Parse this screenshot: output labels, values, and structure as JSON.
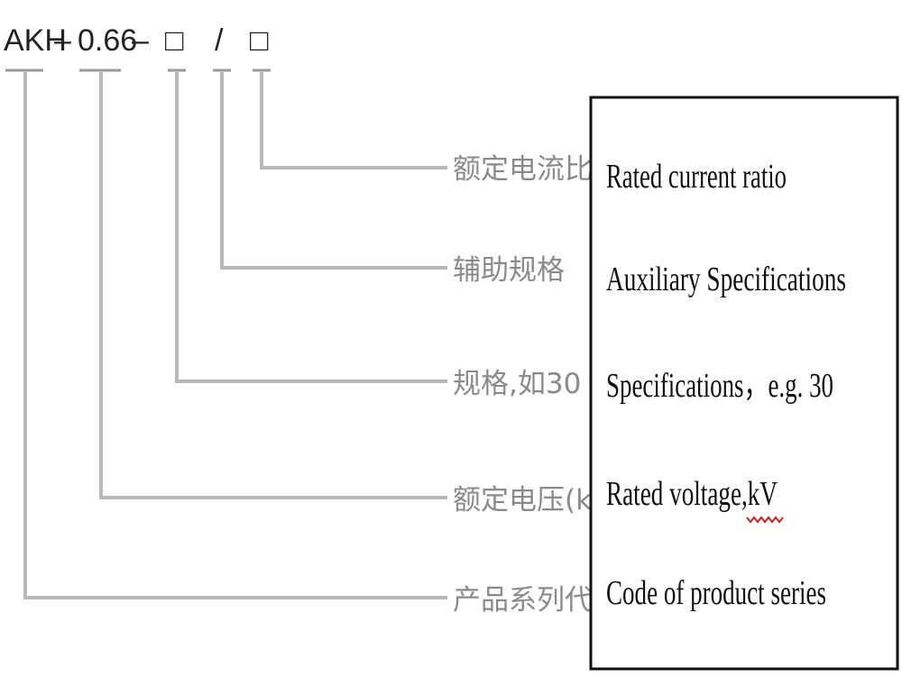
{
  "model_code": {
    "prefix": "AKH",
    "sep1": "–",
    "voltage": "0.66",
    "sep2": "–",
    "placeholder_1": "□",
    "separator_slash": "/",
    "placeholder_2": "□"
  },
  "labels_cn": [
    "额定电流比",
    "辅助规格",
    "规格,如30",
    "额定电压(kV)",
    "产品系列代号"
  ],
  "labels_en": [
    "Rated current ratio",
    "Auxiliary Specifications",
    "Specifications，e.g. 30",
    "Rated voltage,kV",
    "Code of product series"
  ]
}
